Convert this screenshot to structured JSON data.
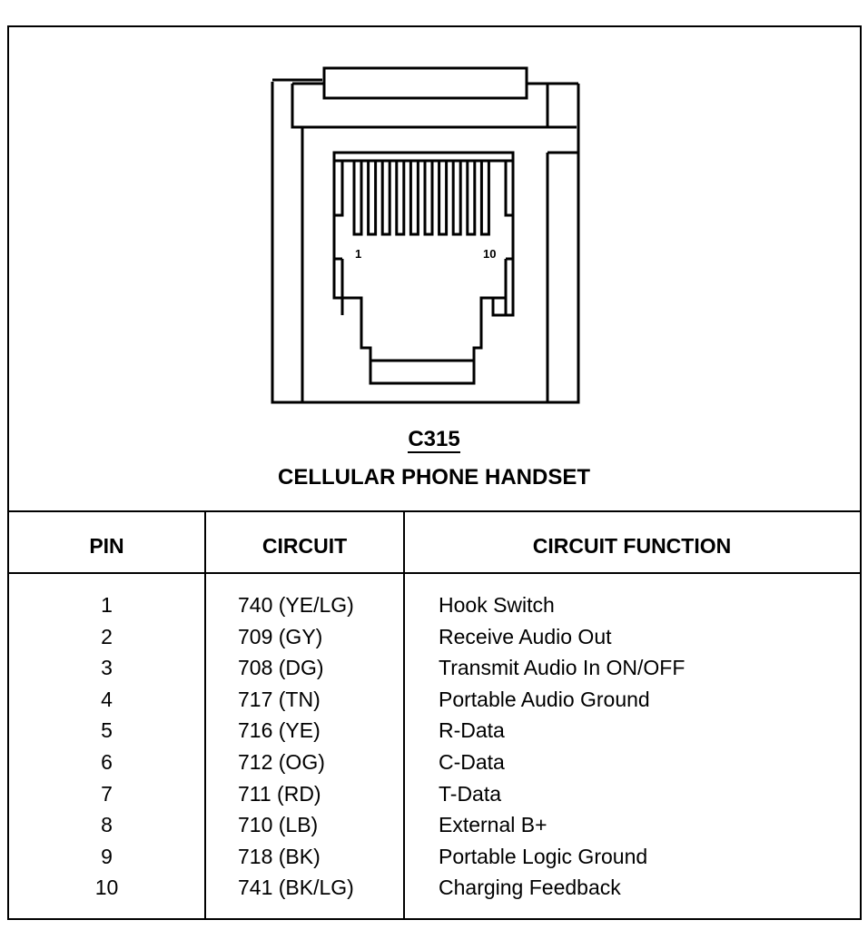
{
  "connector": {
    "id": "C315",
    "name": "CELLULAR PHONE HANDSET",
    "pin_first": "1",
    "pin_last": "10"
  },
  "table": {
    "headers": [
      "PIN",
      "CIRCUIT",
      "CIRCUIT FUNCTION"
    ],
    "rows": [
      {
        "pin": "1",
        "circuit": "740 (YE/LG)",
        "function": "Hook Switch"
      },
      {
        "pin": "2",
        "circuit": "709 (GY)",
        "function": "Receive Audio Out"
      },
      {
        "pin": "3",
        "circuit": "708 (DG)",
        "function": "Transmit Audio In ON/OFF"
      },
      {
        "pin": "4",
        "circuit": "717 (TN)",
        "function": "Portable Audio Ground"
      },
      {
        "pin": "5",
        "circuit": "716 (YE)",
        "function": "R-Data"
      },
      {
        "pin": "6",
        "circuit": "712 (OG)",
        "function": "C-Data"
      },
      {
        "pin": "7",
        "circuit": "711 (RD)",
        "function": "T-Data"
      },
      {
        "pin": "8",
        "circuit": "710 (LB)",
        "function": "External B+"
      },
      {
        "pin": "9",
        "circuit": "718 (BK)",
        "function": "Portable Logic Ground"
      },
      {
        "pin": "10",
        "circuit": "741 (BK/LG)",
        "function": "Charging Feedback"
      }
    ]
  }
}
